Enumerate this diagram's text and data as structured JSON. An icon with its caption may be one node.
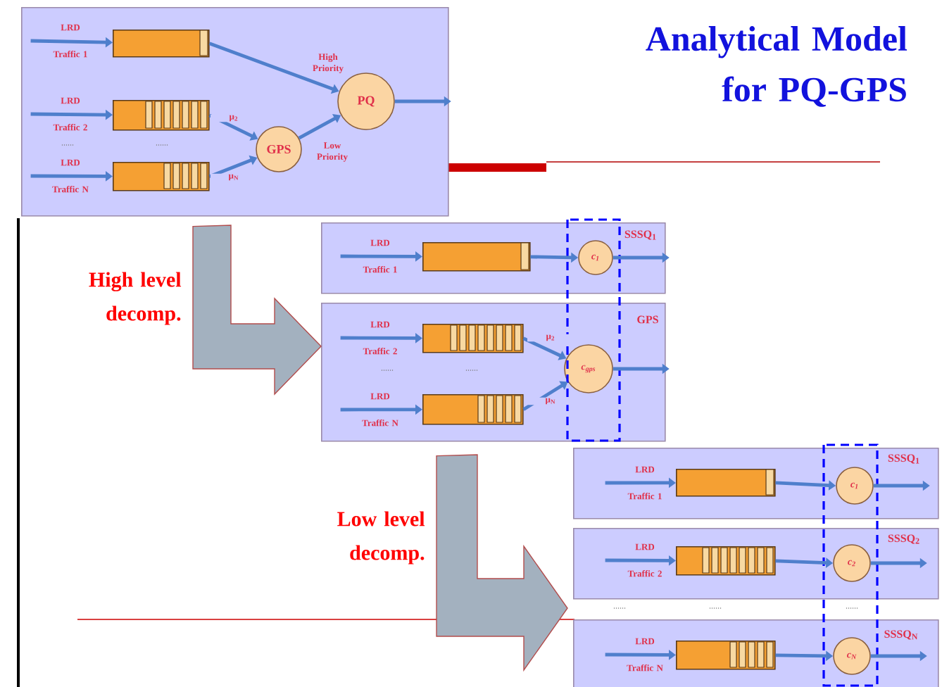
{
  "diagram": {
    "title": "Analytical Model for PQ-GPS",
    "nodes": [
      {
        "text": [],
        "shape": "box"
      },
      {
        "text": [
          "LRD Traffic 1"
        ],
        "in": 0
      },
      {
        "text": [],
        "shape": "box",
        "in": 0
      },
      {
        "text": [
          "LRD Traffic 2"
        ],
        "in": 0
      },
      {
        "text": [],
        "shape": "box",
        "in": 0
      },
      {
        "text": [
          "LRD Traffic N"
        ],
        "in": 0
      },
      {
        "text": [],
        "shape": "box",
        "in": 0
      },
      {
        "text": [
          "GPS"
        ],
        "in": 0
      },
      {
        "text": [
          "PQ"
        ],
        "in": 0
      },
      {
        "text": [
          "SSSQ$_{1}$"
        ]
      },
      {
        "text": [
          "LRD Traffic 1"
        ],
        "in": 9
      },
      {
        "text": [],
        "shape": "box",
        "in": 9
      },
      {
        "text": [
          "c$_{1}$"
        ],
        "in": 9
      },
      {
        "text": [
          "GPS"
        ]
      },
      {
        "text": [
          "LRD Traffic 2"
        ],
        "in": 13
      },
      {
        "text": [],
        "shape": "box",
        "in": 13
      },
      {
        "text": [
          "LRD Traffic N"
        ],
        "in": 13
      },
      {
        "text": [],
        "shape": "box",
        "in": 13
      },
      {
        "text": [
          "c$_{gps}$"
        ],
        "in": 13
      },
      {
        "text": [
          "SSSQ$_{1}$"
        ]
      },
      {
        "text": [
          "LRD Traffic 1"
        ],
        "in": 19
      },
      {
        "text": [],
        "shape": "box",
        "in": 19
      },
      {
        "text": [
          "c$_{1}$"
        ],
        "in": 19
      },
      {
        "text": [
          "SSSQ$_{2}$"
        ]
      },
      {
        "text": [
          "LRD Traffic 2"
        ],
        "in": 23
      },
      {
        "text": [],
        "shape": "box",
        "in": 23
      },
      {
        "text": [
          "c$_{2}$"
        ],
        "in": 23
      },
      {
        "text": [
          "SSSQ$_{N}$"
        ]
      },
      {
        "text": [
          "LRD Traffic N"
        ],
        "in": 27
      },
      {
        "text": [],
        "shape": "box",
        "in": 27
      },
      {
        "text": [
          "c$_{N}$"
        ],
        "in": 27
      }
    ],
    "edges": [
      {
        "from": 1,
        "to": 2,
        "arrow": "to"
      },
      {
        "from": 3,
        "to": 4,
        "arrow": "to"
      },
      {
        "from": 5,
        "to": 6,
        "arrow": "to"
      },
      {
        "from": 4,
        "to": 7,
        "arrow": "to",
        "label": "μ$_{2}$"
      },
      {
        "from": 6,
        "to": 7,
        "arrow": "to",
        "label": "μ$_{N}$"
      },
      {
        "from": 2,
        "to": 8,
        "arrow": "to",
        "label": "High Priority"
      },
      {
        "from": 7,
        "to": 8,
        "arrow": "to",
        "label": "Low Priority"
      },
      {
        "from": 8,
        "to": null,
        "arrow": "to"
      },
      {
        "from": 10,
        "to": 11,
        "arrow": "to"
      },
      {
        "from": 11,
        "to": 12,
        "arrow": "to"
      },
      {
        "from": 12,
        "to": null,
        "arrow": "to"
      },
      {
        "from": 14,
        "to": 15,
        "arrow": "to"
      },
      {
        "from": 16,
        "to": 17,
        "arrow": "to"
      },
      {
        "from": 15,
        "to": 18,
        "arrow": "to",
        "label": "μ$_{2}$"
      },
      {
        "from": 17,
        "to": 18,
        "arrow": "to",
        "label": "μ$_{N}$"
      },
      {
        "from": 18,
        "to": null,
        "arrow": "to"
      },
      {
        "from": 20,
        "to": 21,
        "arrow": "to"
      },
      {
        "from": 21,
        "to": 22,
        "arrow": "to"
      },
      {
        "from": 22,
        "to": null,
        "arrow": "to"
      },
      {
        "from": 24,
        "to": 25,
        "arrow": "to"
      },
      {
        "from": 25,
        "to": 26,
        "arrow": "to"
      },
      {
        "from": 26,
        "to": null,
        "arrow": "to"
      },
      {
        "from": 28,
        "to": 29,
        "arrow": "to"
      },
      {
        "from": 29,
        "to": 30,
        "arrow": "to"
      },
      {
        "from": 30,
        "to": null,
        "arrow": "to"
      },
      {
        "from": 0,
        "to": 13,
        "arrow": "to",
        "label": "High level decomp.",
        "style": "thick",
        "color": "#a3b1bf"
      },
      {
        "from": 13,
        "to": null,
        "arrow": "to",
        "label": "Low level decomp.",
        "style": "thick",
        "color": "#a3b1bf"
      }
    ],
    "labels": [
      "......",
      "......",
      "......",
      "......",
      "......",
      "......",
      "......"
    ]
  }
}
